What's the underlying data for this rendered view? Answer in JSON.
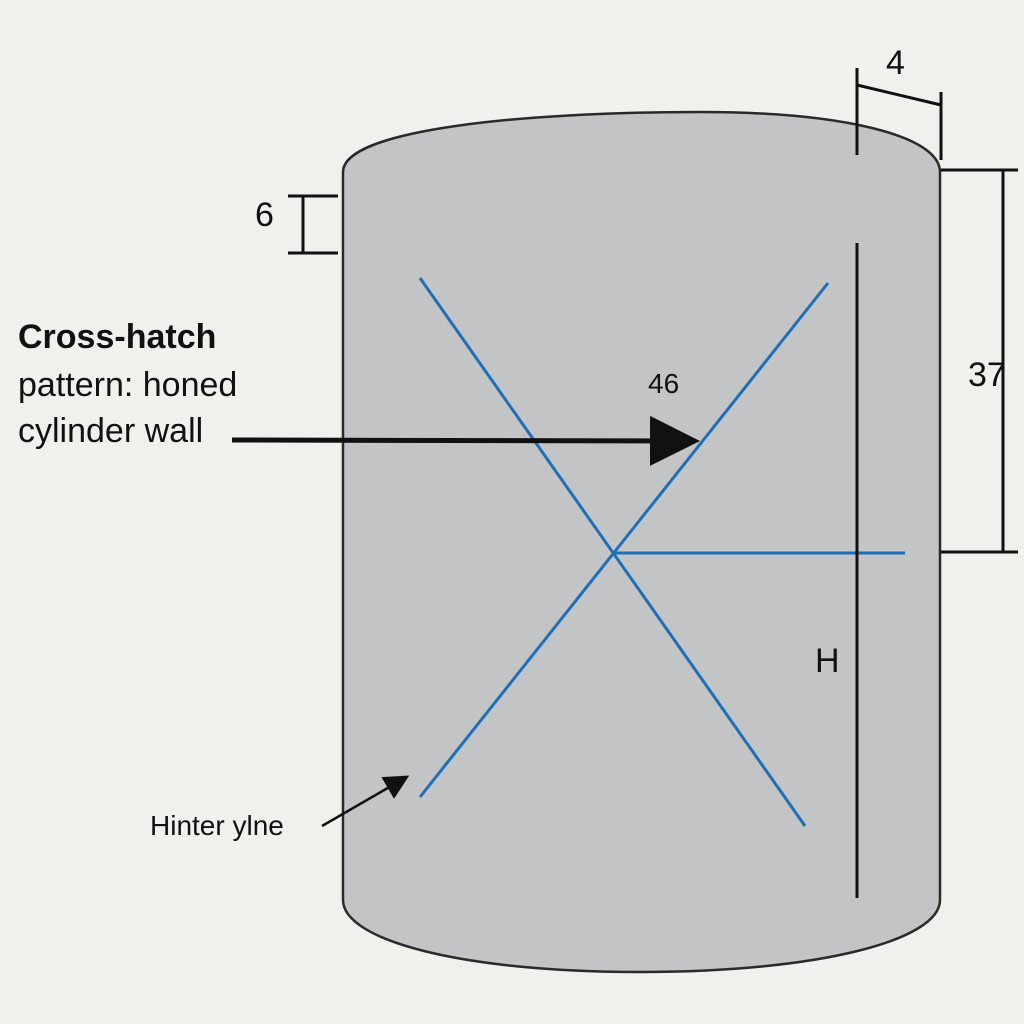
{
  "diagram": {
    "dimensions": {
      "top_width": "4",
      "top_offset": "6",
      "right_height": "37",
      "center_angle": "46",
      "height_symbol": "H"
    },
    "callouts": {
      "main_title": "Cross-hatch",
      "main_line2": "pattern: honed",
      "main_line3": "cylinder wall",
      "secondary": "Hinter ylne"
    },
    "colors": {
      "background": "#f0f0ec",
      "cylinder_fill": "#c3c4c6",
      "cylinder_stroke": "#2a2a2a",
      "hatch_line": "#1f6fb8",
      "dimension_line": "#111111"
    }
  }
}
